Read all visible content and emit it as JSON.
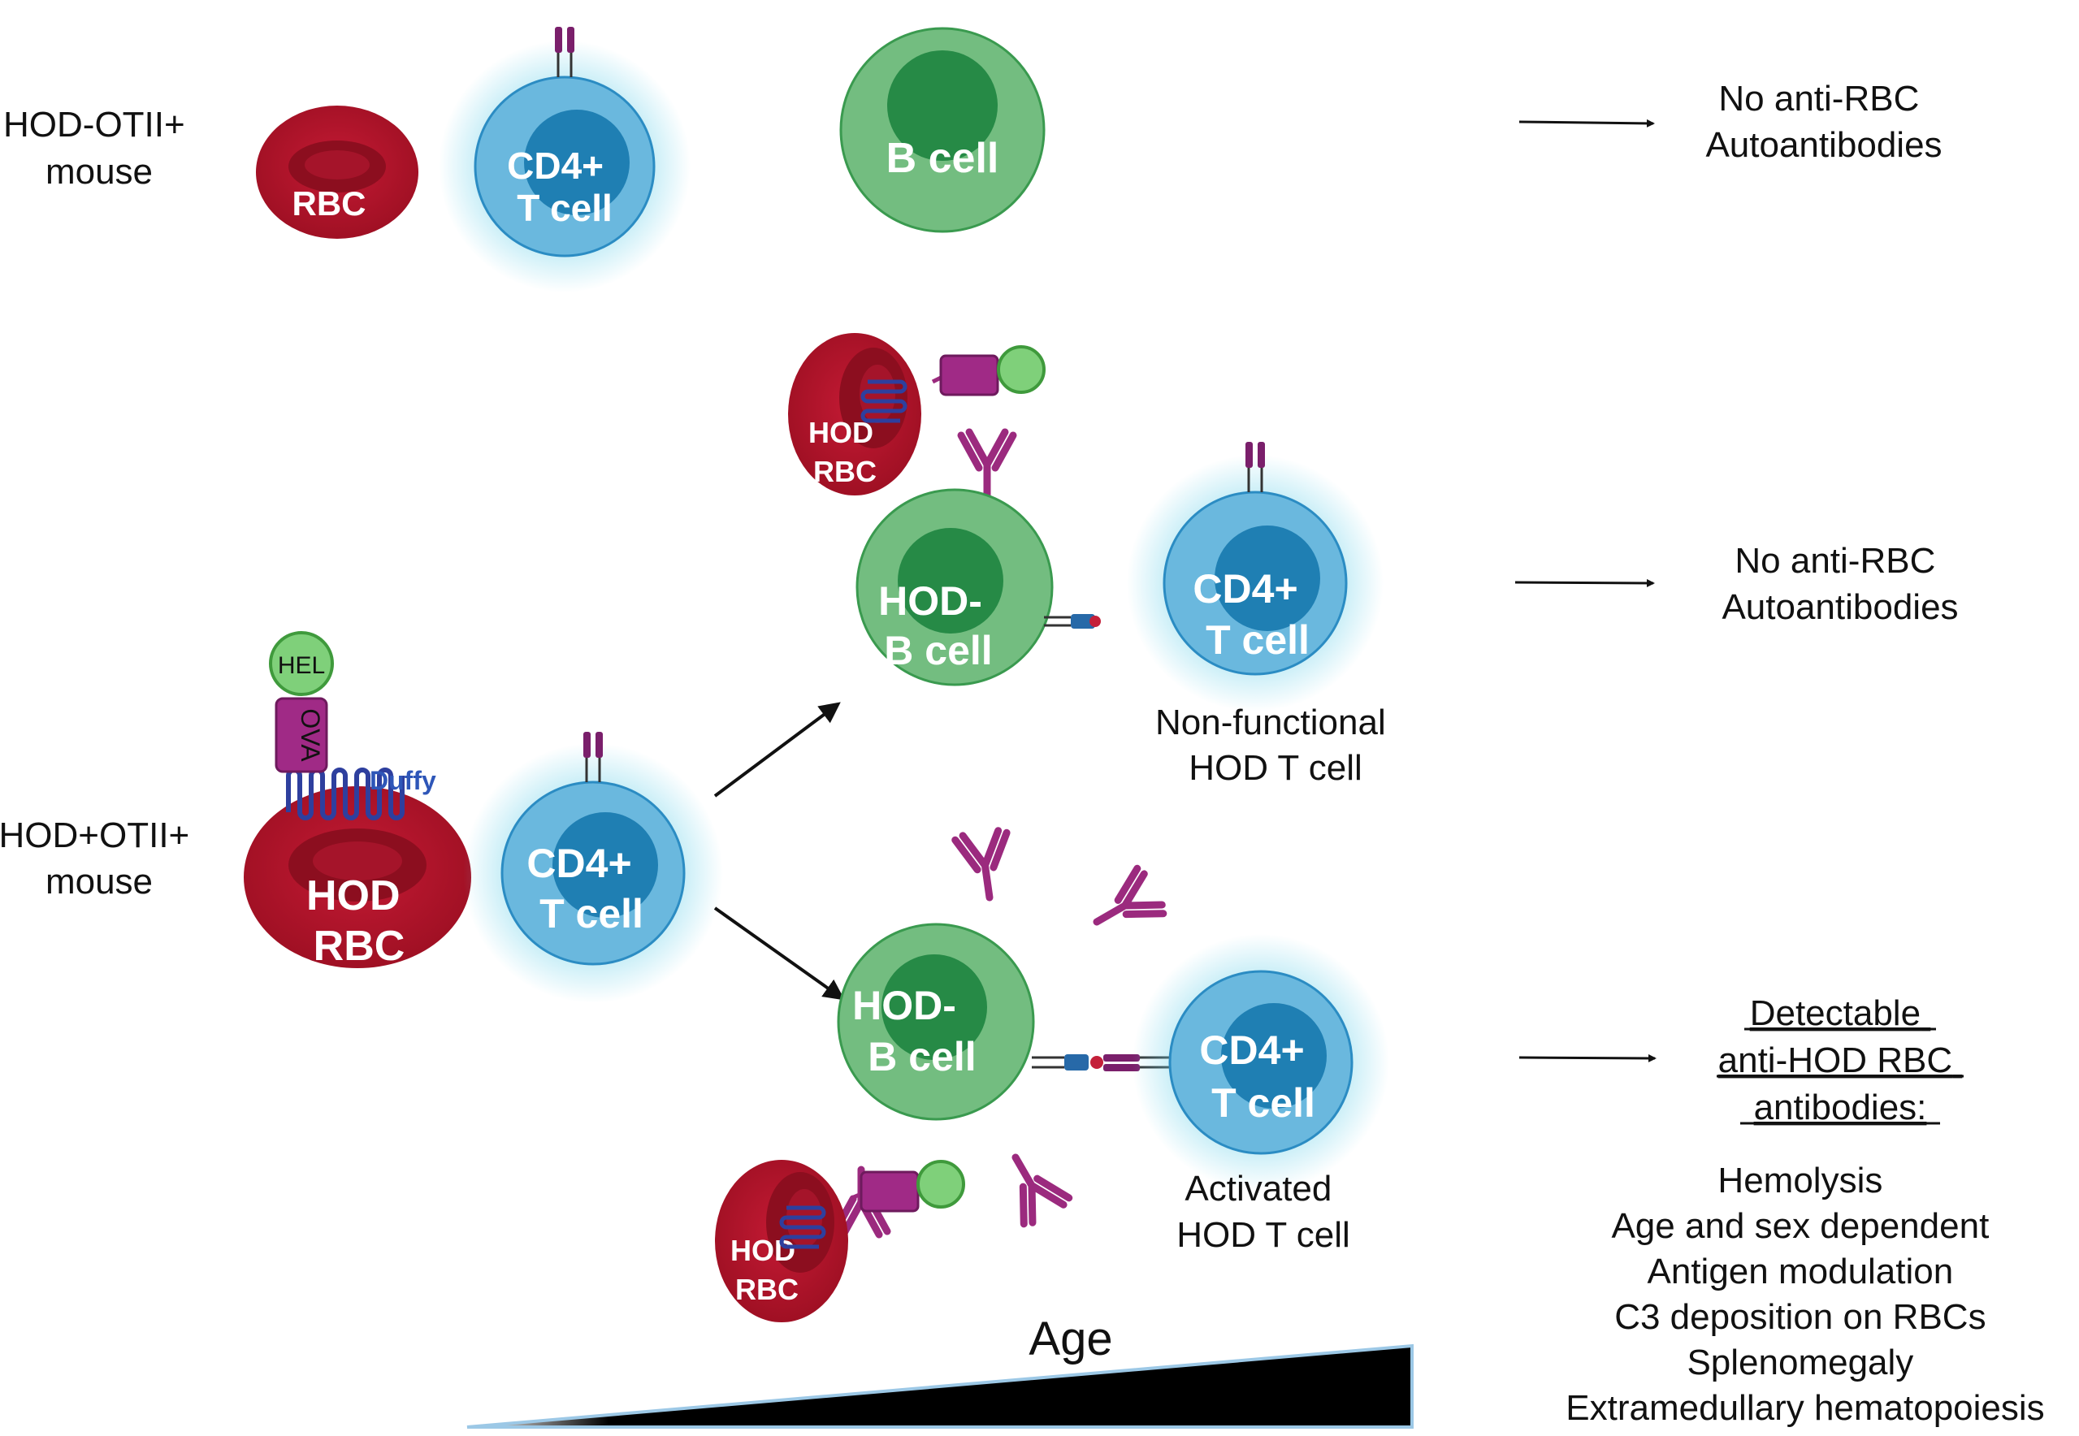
{
  "rows": {
    "top": {
      "mouse_label": [
        "HOD-OTII+",
        "mouse"
      ],
      "outcome": [
        "No anti-RBC",
        "Autoantibodies"
      ]
    },
    "bottom": {
      "mouse_label": [
        "HOD+OTII+",
        "mouse"
      ]
    }
  },
  "cells": {
    "rbc": "RBC",
    "cd4": [
      "CD4+",
      "T cell"
    ],
    "bcell": "B cell",
    "hod_rbc": [
      "HOD",
      "RBC"
    ],
    "hod_bcell": [
      "HOD-",
      "B cell"
    ]
  },
  "hod_construct": {
    "hel": "HEL",
    "ova": "OVA",
    "duffy": "Duffy"
  },
  "branches": {
    "nonfunctional": {
      "tcell_caption": [
        "Non-functional",
        "HOD T cell"
      ],
      "outcome": [
        "No anti-RBC",
        "Autoantibodies"
      ]
    },
    "activated": {
      "tcell_caption": [
        "Activated",
        "HOD T cell"
      ],
      "outcome_heading": [
        "Detectable",
        "anti-HOD RBC",
        "antibodies:"
      ],
      "outcome_list": [
        "Hemolysis",
        "Age and sex dependent",
        "Antigen modulation",
        "C3 deposition on RBCs",
        "Splenomegaly",
        "Extramedullary hematopoiesis"
      ]
    }
  },
  "age_label": "Age",
  "colors": {
    "rbc_red": "#b5162c",
    "tcell_blue": "#5fb3dc",
    "tcell_nucleus": "#1f7fb3",
    "bcell_green": "#73bd80",
    "bcell_nucleus": "#268a46",
    "antibody_purple": "#9b2a7e",
    "duffy_blue": "#2e3f9e"
  }
}
